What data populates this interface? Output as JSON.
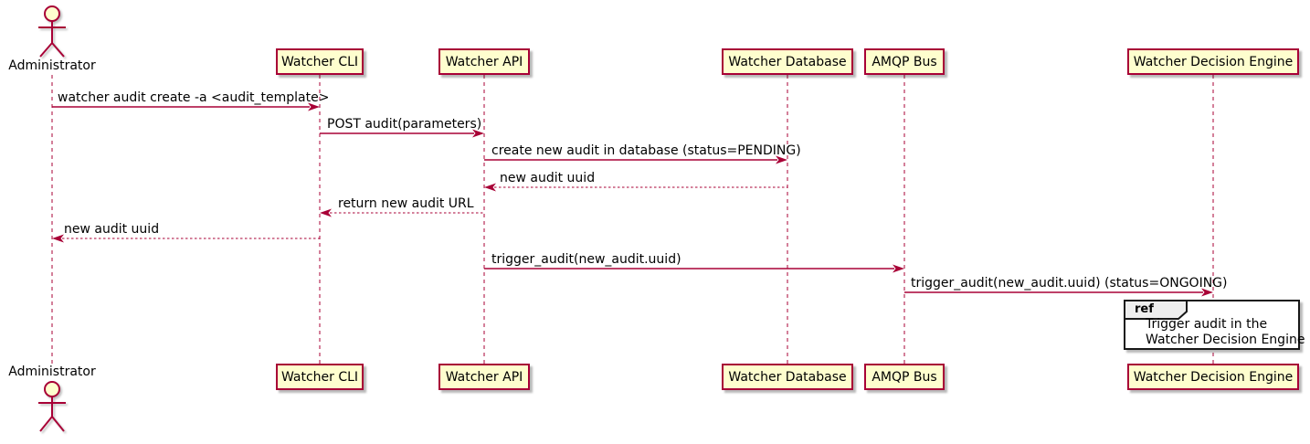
{
  "diagram": {
    "type": "sequence-diagram",
    "actor": {
      "name": "Administrator"
    },
    "participants": [
      {
        "name": "Watcher CLI"
      },
      {
        "name": "Watcher API"
      },
      {
        "name": "Watcher Database"
      },
      {
        "name": "AMQP Bus"
      },
      {
        "name": "Watcher Decision Engine"
      }
    ],
    "messages": [
      {
        "text": "watcher audit create -a <audit_template>",
        "from": "Administrator",
        "to": "Watcher CLI",
        "type": "solid"
      },
      {
        "text": "POST audit(parameters)",
        "from": "Watcher CLI",
        "to": "Watcher API",
        "type": "solid"
      },
      {
        "text": "create new audit in database (status=PENDING)",
        "from": "Watcher API",
        "to": "Watcher Database",
        "type": "solid"
      },
      {
        "text": "new audit uuid",
        "from": "Watcher Database",
        "to": "Watcher API",
        "type": "dashed"
      },
      {
        "text": "return new audit URL",
        "from": "Watcher API",
        "to": "Watcher CLI",
        "type": "dashed"
      },
      {
        "text": "new audit uuid",
        "from": "Watcher CLI",
        "to": "Administrator",
        "type": "dashed"
      },
      {
        "text": "trigger_audit(new_audit.uuid)",
        "from": "Watcher API",
        "to": "AMQP Bus",
        "type": "solid"
      },
      {
        "text": "trigger_audit(new_audit.uuid) (status=ONGOING)",
        "from": "AMQP Bus",
        "to": "Watcher Decision Engine",
        "type": "solid"
      }
    ],
    "ref": {
      "label": "ref",
      "line1": "Trigger audit in the",
      "line2": "Watcher Decision Engine"
    },
    "colors": {
      "accent": "#A80036",
      "participant_fill": "#FEFECE",
      "text": "#000000",
      "ref_tag_fill": "#EEEEEE",
      "ref_border": "#181818"
    }
  }
}
